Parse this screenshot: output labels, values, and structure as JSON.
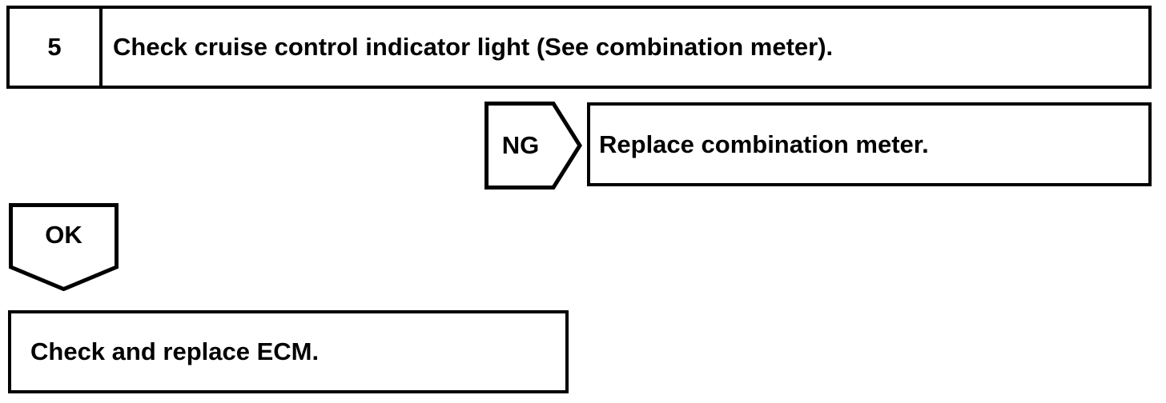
{
  "colors": {
    "background": "#ffffff",
    "line": "#000000",
    "text": "#000000"
  },
  "flowchart": {
    "step": {
      "number": "5",
      "instruction": "Check cruise control indicator light (See combination meter)."
    },
    "ng_branch": {
      "label": "NG",
      "action": "Replace combination meter."
    },
    "ok_branch": {
      "label": "OK",
      "action": "Check and replace ECM."
    }
  }
}
